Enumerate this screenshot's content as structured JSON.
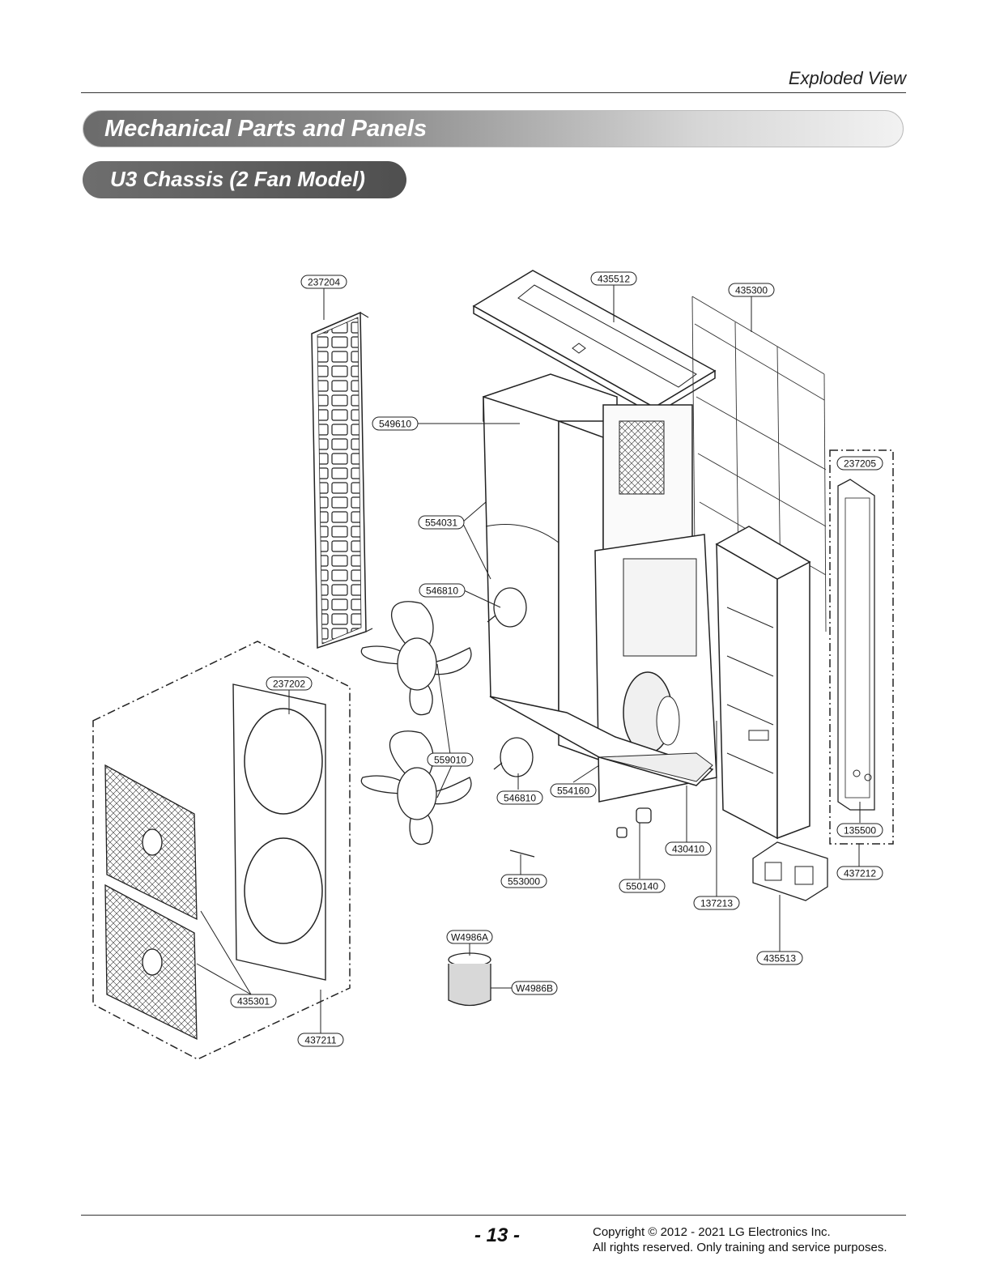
{
  "header": {
    "title": "Exploded View"
  },
  "section": {
    "title": "Mechanical Parts and Panels",
    "subtitle": "U3 Chassis (2 Fan Model)"
  },
  "diagram": {
    "part_labels": [
      "237204",
      "435512",
      "435300",
      "549610",
      "237205",
      "554031",
      "546810",
      "237202",
      "559010",
      "546810",
      "554160",
      "135500",
      "430410",
      "437212",
      "553000",
      "550140",
      "137213",
      "435513",
      "W4986A",
      "W4986B",
      "435301",
      "437211"
    ]
  },
  "footer": {
    "page_number": "- 13 -",
    "copyright_line1": "Copyright © 2012 - 2021 LG Electronics Inc.",
    "copyright_line2": "All rights reserved. Only training and service purposes."
  }
}
